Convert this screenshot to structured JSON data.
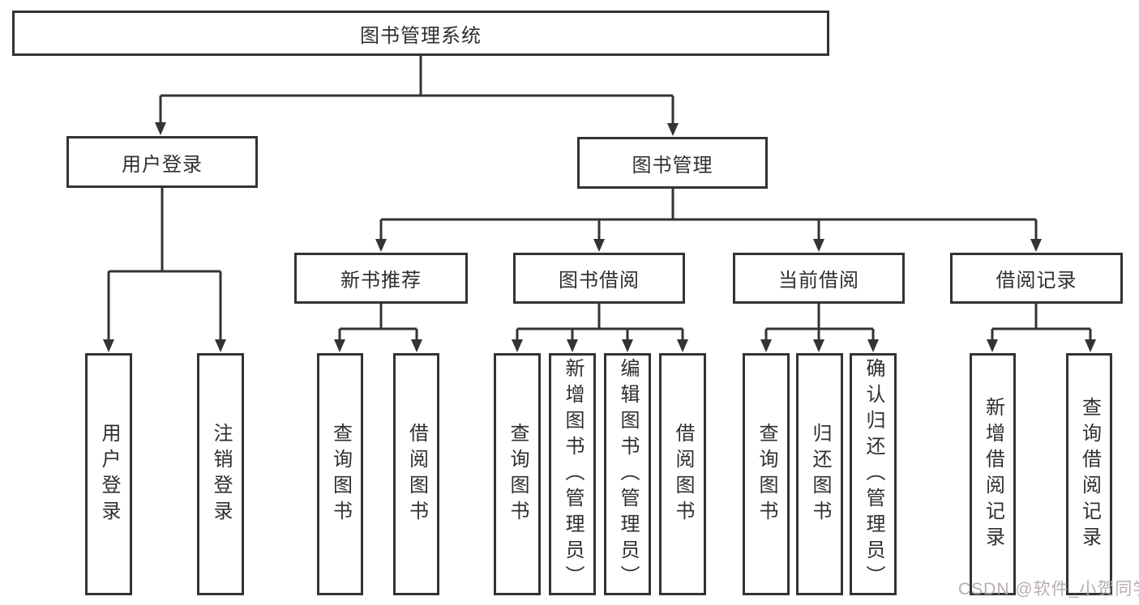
{
  "title": "图书管理系统",
  "level2": {
    "user_login": "用户登录",
    "book_mgmt": "图书管理"
  },
  "user_login_children": [
    "用户登录",
    "注销登录"
  ],
  "book_mgmt_sections": {
    "recommend": {
      "label": "新书推荐",
      "children": [
        "查询图书",
        "借阅图书"
      ]
    },
    "borrow": {
      "label": "图书借阅",
      "children": [
        "查询图书",
        "新增图书（管理员）",
        "编辑图书（管理员）",
        "借阅图书"
      ]
    },
    "current": {
      "label": "当前借阅",
      "children": [
        "查询图书",
        "归还图书",
        "确认归还（管理员）"
      ]
    },
    "records": {
      "label": "借阅记录",
      "children": [
        "新增借阅记录",
        "查询借阅记录"
      ]
    }
  },
  "watermark": "CSDN @软件_小贺同学",
  "colors": {
    "line": "#333333",
    "box_border": "#333333",
    "text": "#2f2f2f",
    "background": "#ffffff",
    "watermark": "#b2a8a8"
  }
}
